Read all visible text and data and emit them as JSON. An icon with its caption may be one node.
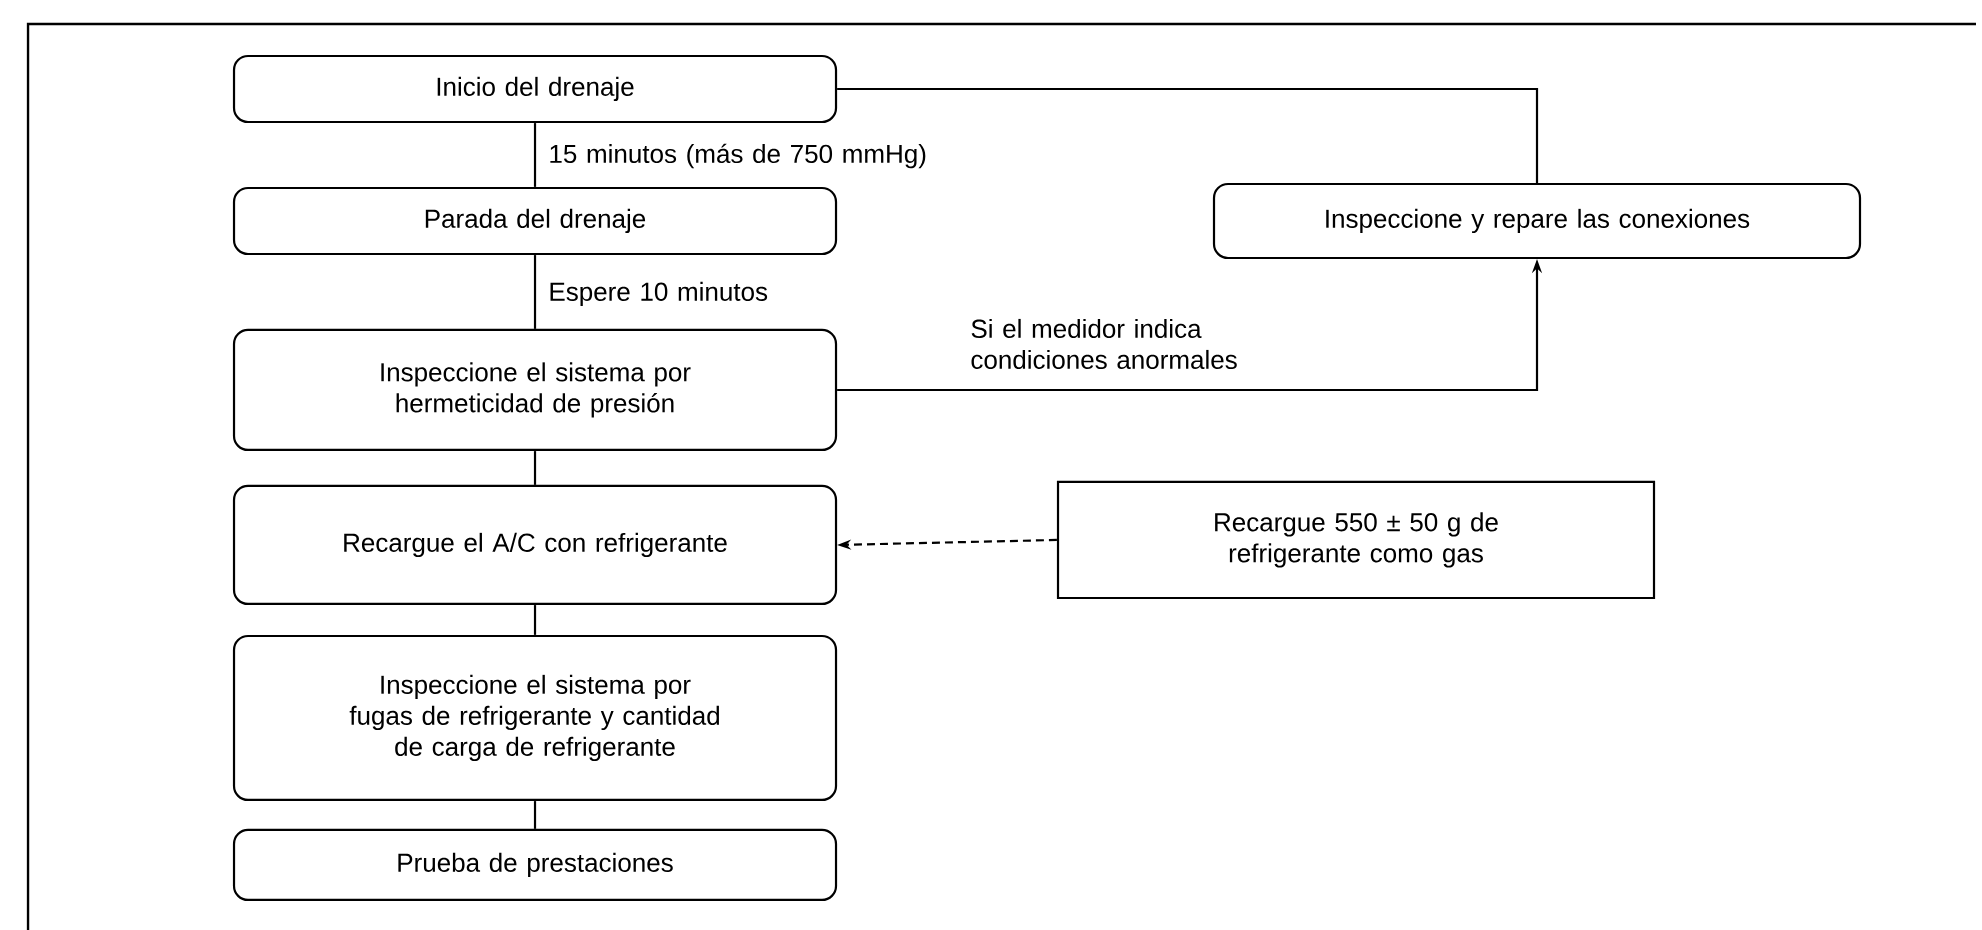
{
  "diagram": {
    "nodes": [
      {
        "text": [
          "Inicio del drenaje"
        ]
      },
      {
        "text": [
          "Parada del drenaje"
        ]
      },
      {
        "text": [
          "Inspeccione el sistema por hermeticidad de presión"
        ]
      },
      {
        "text": [
          "Recargue el A/C con refrigerante"
        ]
      },
      {
        "text": [
          "Inspeccione el sistema por fugas de refrigerante y cantidad de carga de refrigerante"
        ]
      },
      {
        "text": [
          "Prueba de prestaciones"
        ]
      },
      {
        "text": [
          "Inspeccione y repare las conexiones"
        ]
      },
      {
        "text": [
          "Recargue 550 ± 50 g de refrigerante como gas"
        ]
      }
    ],
    "edges": [
      {
        "from": 0,
        "to": 1,
        "arrow": "none",
        "label": "15 minutos (más de 750 mmHg)"
      },
      {
        "from": 1,
        "to": 2,
        "arrow": "none",
        "label": "Espere 10 minutos"
      },
      {
        "from": 2,
        "to": 6,
        "arrow": "to",
        "label": "Si el medidor indica condiciones anormales"
      },
      {
        "from": 6,
        "to": 0,
        "arrow": "none"
      },
      {
        "from": 2,
        "to": 3,
        "arrow": "none"
      },
      {
        "from": 7,
        "to": 3,
        "arrow": "to",
        "style": "dashed"
      },
      {
        "from": 3,
        "to": 4,
        "arrow": "none"
      },
      {
        "from": 4,
        "to": 5,
        "arrow": "none"
      }
    ]
  }
}
